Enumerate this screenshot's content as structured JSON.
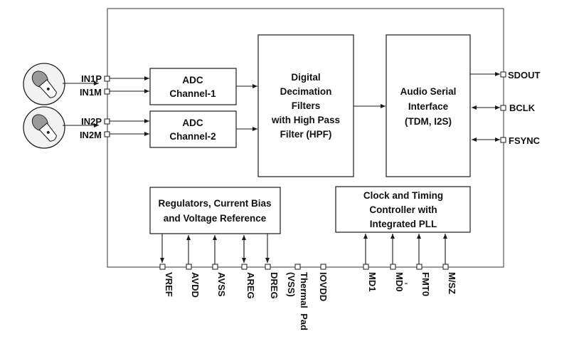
{
  "blocks": {
    "adc1": [
      "ADC",
      "Channel-1"
    ],
    "adc2": [
      "ADC",
      "Channel-2"
    ],
    "decimation": [
      "Digital",
      "Decimation",
      "Filters",
      "with High Pass",
      "Filter (HPF)"
    ],
    "serial": [
      "Audio Serial",
      "Interface",
      "(TDM, I2S)"
    ],
    "regulators": [
      "Regulators, Current Bias",
      "and  Voltage Reference"
    ],
    "clock": [
      "Clock and Timing",
      "Controller with",
      "Integrated PLL"
    ]
  },
  "pins": {
    "left": [
      "IN1P",
      "IN1M",
      "IN2P",
      "IN2M"
    ],
    "right": [
      "SDOUT",
      "BCLK",
      "FSYNC"
    ],
    "bottom": [
      "VREF",
      "AVDD",
      "AVSS",
      "AREG",
      "DREG",
      "(VSS)",
      "Thermal",
      "Pad",
      "IOVDD",
      "MD1",
      "MD0",
      "FMT0",
      "M/SZ"
    ]
  },
  "icons": {
    "microphone": "microphone-icon"
  }
}
